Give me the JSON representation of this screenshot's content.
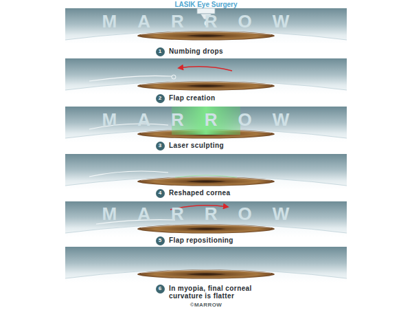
{
  "diagram": {
    "title": "LASIK Eye Surgery",
    "nodes": [
      {
        "text": [
          "1"
        ]
      },
      {
        "text": [
          "2"
        ]
      },
      {
        "text": [
          "3"
        ]
      },
      {
        "text": [
          "4"
        ]
      },
      {
        "text": [
          "5"
        ]
      },
      {
        "text": [
          "6"
        ]
      }
    ],
    "labels": [
      "MARROW",
      "Numbing drops",
      "Flap creation",
      "MARROW",
      "Laser sculpting",
      "Reshaped cornea",
      "MARROW",
      "Flap repositioning",
      "In myopia, final corneal curvature is flatter",
      "©MARROW"
    ]
  }
}
